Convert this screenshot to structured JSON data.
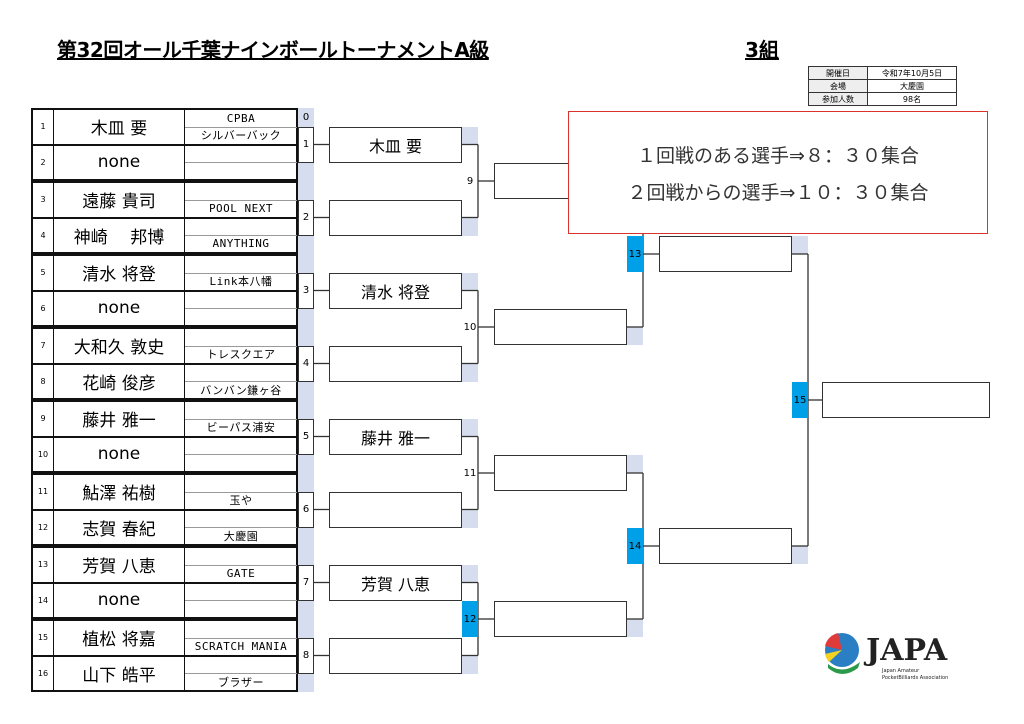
{
  "title": "第32回オール千葉ナインボールトーナメントA級",
  "group": "3組",
  "info": [
    {
      "label": "開催日",
      "value": "令和7年10月5日"
    },
    {
      "label": "会場",
      "value": "大慶園"
    },
    {
      "label": "参加人数",
      "value": "98名"
    }
  ],
  "players": [
    {
      "no": "1",
      "name": "木皿 要",
      "club_upper": "CPBA",
      "club_lower": "シルバーバック"
    },
    {
      "no": "2",
      "name": "none",
      "club_upper": "",
      "club_lower": ""
    },
    {
      "no": "3",
      "name": "遠藤 貴司",
      "club_upper": "",
      "club_lower": "POOL NEXT"
    },
    {
      "no": "4",
      "name": "神崎　 邦博",
      "club_upper": "",
      "club_lower": "ANYTHING"
    },
    {
      "no": "5",
      "name": "清水 将登",
      "club_upper": "",
      "club_lower": "Link本八幡"
    },
    {
      "no": "6",
      "name": "none",
      "club_upper": "",
      "club_lower": ""
    },
    {
      "no": "7",
      "name": "大和久 敦史",
      "club_upper": "",
      "club_lower": "トレスクエア"
    },
    {
      "no": "8",
      "name": "花崎 俊彦",
      "club_upper": "",
      "club_lower": "バンバン鎌ヶ谷"
    },
    {
      "no": "9",
      "name": "藤井 雅一",
      "club_upper": "",
      "club_lower": "ビーパス浦安"
    },
    {
      "no": "10",
      "name": "none",
      "club_upper": "",
      "club_lower": ""
    },
    {
      "no": "11",
      "name": "鮎澤 祐樹",
      "club_upper": "",
      "club_lower": "玉や"
    },
    {
      "no": "12",
      "name": "志賀 春紀",
      "club_upper": "",
      "club_lower": "大慶園"
    },
    {
      "no": "13",
      "name": "芳賀 八恵",
      "club_upper": "",
      "club_lower": "GATE"
    },
    {
      "no": "14",
      "name": "none",
      "club_upper": "",
      "club_lower": ""
    },
    {
      "no": "15",
      "name": "植松 将嘉",
      "club_upper": "",
      "club_lower": "SCRATCH MANIA"
    },
    {
      "no": "16",
      "name": "山下 皓平",
      "club_upper": "",
      "club_lower": "ブラザー"
    }
  ],
  "zero_label": "0",
  "round1": [
    {
      "no": "1",
      "winner": "木皿 要"
    },
    {
      "no": "2",
      "winner": ""
    },
    {
      "no": "3",
      "winner": "清水 将登"
    },
    {
      "no": "4",
      "winner": ""
    },
    {
      "no": "5",
      "winner": "藤井 雅一"
    },
    {
      "no": "6",
      "winner": ""
    },
    {
      "no": "7",
      "winner": "芳賀 八恵"
    },
    {
      "no": "8",
      "winner": ""
    }
  ],
  "round2": [
    {
      "no": "9",
      "winner": ""
    },
    {
      "no": "10",
      "winner": ""
    },
    {
      "no": "11",
      "winner": ""
    },
    {
      "no": "12",
      "winner": ""
    }
  ],
  "round3": [
    {
      "no": "13",
      "winner": ""
    },
    {
      "no": "14",
      "winner": ""
    }
  ],
  "final": {
    "no": "15",
    "winner": ""
  },
  "highlight_color": "#00a0e9",
  "notice": {
    "line1": "１回戦のある選手⇒８：３０集合",
    "line2": "２回戦からの選手⇒１０：３０集合"
  },
  "logo": {
    "text": "JAPA",
    "sub": "Japan Amateur PocketBilliards Association"
  }
}
